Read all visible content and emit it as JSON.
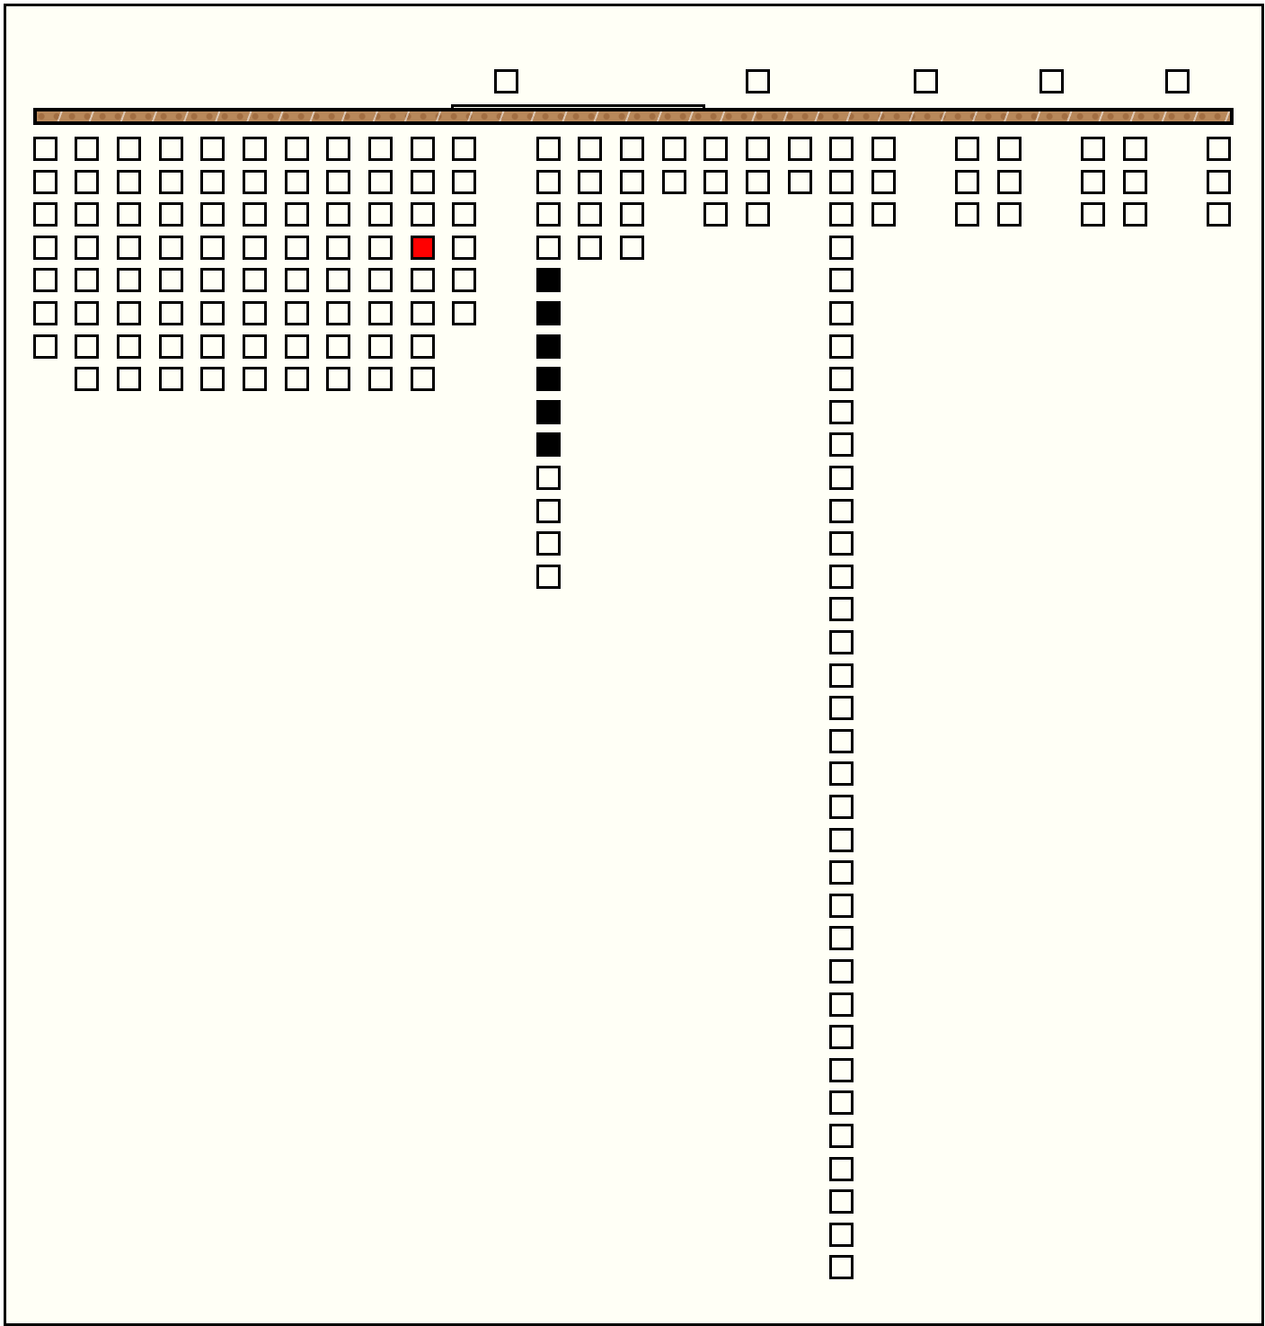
{
  "colors": {
    "canvas_background": "#fffff6",
    "bar_color": "#b8885a",
    "cell_border": "#000000",
    "empty_cell": "#fffff6",
    "filled_cell": "#000000",
    "highlight_cell": "#ff0000"
  },
  "top_cells": {
    "count": 5
  },
  "columns": [
    {
      "count": 7,
      "start_row": 0
    },
    {
      "count": 8,
      "start_row": 0
    },
    {
      "count": 8,
      "start_row": 0
    },
    {
      "count": 8,
      "start_row": 0
    },
    {
      "count": 8,
      "start_row": 0
    },
    {
      "count": 8,
      "start_row": 0
    },
    {
      "count": 8,
      "start_row": 0
    },
    {
      "count": 8,
      "start_row": 0
    },
    {
      "count": 8,
      "start_row": 0
    },
    {
      "count": 8,
      "start_row": 0,
      "highlight_rows": [
        3
      ]
    },
    {
      "count": 6,
      "start_row": 0
    },
    {
      "count": 14,
      "start_row": 0,
      "filled_rows": [
        4,
        5,
        6,
        7,
        8,
        9
      ]
    },
    {
      "count": 4,
      "start_row": 0
    },
    {
      "count": 4,
      "start_row": 0
    },
    {
      "count": 2,
      "start_row": 0
    },
    {
      "count": 3,
      "start_row": 0
    },
    {
      "count": 3,
      "start_row": 0
    },
    {
      "count": 2,
      "start_row": 0
    },
    {
      "count": 35,
      "start_row": 0
    },
    {
      "count": 3,
      "start_row": 0
    },
    {
      "count": 3,
      "start_row": 0
    },
    {
      "count": 3,
      "start_row": 0
    },
    {
      "count": 3,
      "start_row": 0
    },
    {
      "count": 3,
      "start_row": 0
    },
    {
      "count": 3,
      "start_row": 0
    }
  ]
}
